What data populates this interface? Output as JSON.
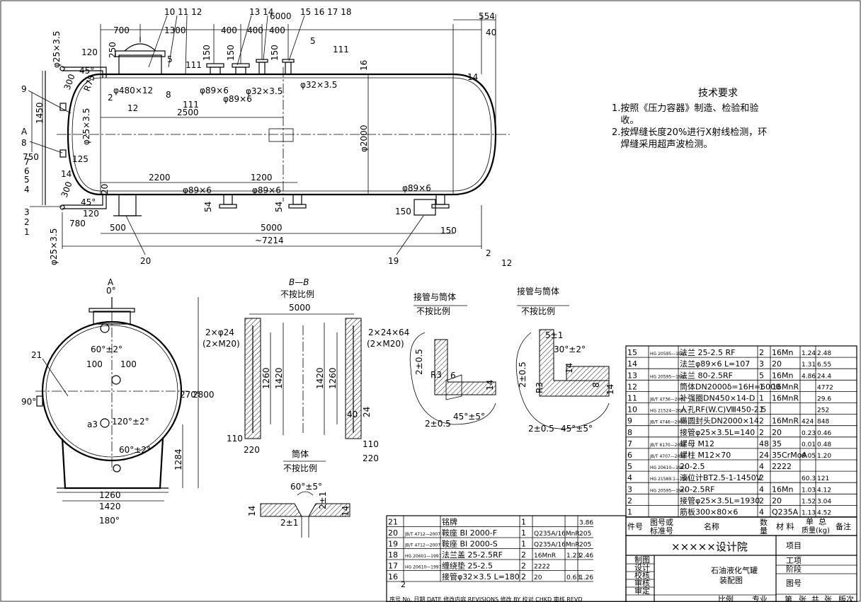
{
  "notes": {
    "title": "技术要求",
    "lines": [
      "1.按照《压力容器》制造、检验和验",
      "   收。",
      "2.按焊缝长度20%进行X射线检测，环",
      "   焊缝采用超声波检测。"
    ]
  },
  "main_view": {
    "top_dims": [
      "700",
      "1300",
      "400",
      "400",
      "400",
      "6000",
      "554",
      "40"
    ],
    "part_callouts_top": [
      "10 11 12",
      "13 14",
      "15 16 17 18"
    ],
    "nozzle_labels": [
      "φ480×12",
      "φ89×6",
      "φ89×6",
      "φ32×3.5",
      "φ32×3.5",
      "φ25×3.5",
      "φ25×3.5",
      "φ25×3.5",
      "φ89×6",
      "φ89×6",
      "φ89×6"
    ],
    "misc_dims": [
      "120",
      "250",
      "150",
      "150",
      "150",
      "16",
      "14",
      "R75",
      "300",
      "45°",
      "1450",
      "750",
      "125",
      "14",
      "300",
      "45°",
      "120",
      "780",
      "500",
      "5000",
      "~7214",
      "2500",
      "2200",
      "1200",
      "φ2000",
      "54",
      "54",
      "150",
      "150",
      "20",
      "20",
      "19"
    ],
    "weld_symbols": [
      "5",
      "111",
      "5",
      "111",
      "8",
      "111",
      "2",
      "12",
      "2",
      "12"
    ],
    "left_callouts": [
      "9",
      "A",
      "8",
      "7",
      "6",
      "5",
      "4",
      "3",
      "2",
      "1"
    ]
  },
  "side_view": {
    "labels": [
      "A",
      "0°",
      "21",
      "90°",
      "270°",
      "180°",
      "60°±2°",
      "120°±2°",
      "60°±2°",
      "a3",
      "100",
      "100",
      "1260",
      "1420",
      "2800",
      "1284"
    ]
  },
  "section_bb": {
    "title": "B—B",
    "subtitle": "不按比例",
    "labels": [
      "5000",
      "2×φ24",
      "(2×M20)",
      "2×24×64",
      "(2×M20)",
      "1260",
      "1420",
      "1420",
      "1260",
      "110",
      "220",
      "110",
      "220",
      "40",
      "24"
    ]
  },
  "detail_1": {
    "title": "接管与筒体",
    "subtitle": "不按比例",
    "labels": [
      "2±0.5",
      "R3",
      "6",
      "14",
      "45°±5°",
      "2±0.5"
    ]
  },
  "detail_2": {
    "title": "接管与筒体",
    "subtitle": "不按比例",
    "labels": [
      "5±1",
      "30°±2°",
      "14",
      "2±0.5",
      "R3",
      "8",
      "14",
      "45°±5°",
      "2±0.5"
    ]
  },
  "detail_3": {
    "title": "筒体",
    "subtitle": "不按比例",
    "labels": [
      "60°±5°",
      "14",
      "14",
      "2±1",
      "2±1"
    ]
  },
  "parts_right": [
    [
      "15",
      "HG 20595—1997",
      "法兰 25-2.5 RF",
      "2",
      "16Mn",
      "1.24",
      "2.48"
    ],
    [
      "14",
      "",
      "法兰φ89×6 L=107",
      "3",
      "20",
      "1.31",
      "6.55"
    ],
    [
      "13",
      "HG 20595—1997",
      "法兰 80-2.5RF",
      "5",
      "16Mn",
      "4.86",
      "24.4"
    ],
    [
      "12",
      "",
      "筒体DN2000δ=16H=6000",
      "1",
      "16MnR",
      "",
      "4772"
    ],
    [
      "11",
      "JB/T 4736—2002",
      "补强圈DN450×14-D",
      "1",
      "16MnR",
      "",
      "29.6"
    ],
    [
      "10",
      "HG 21524—2005",
      "人孔RF(W.C)Ⅷ450-2.5",
      "1",
      "",
      "",
      "252"
    ],
    [
      "9",
      "JB/T 4746—2002",
      "椭圆封头DN2000×14",
      "2",
      "16MnR",
      "424",
      "848"
    ],
    [
      "8",
      "",
      "接管φ25×3.5L=140",
      "2",
      "20",
      "0.23",
      "0.46"
    ],
    [
      "7",
      "JB/T 6170—2000",
      "螺母 M12",
      "48",
      "35",
      "0.01",
      "0.48"
    ],
    [
      "6",
      "JB/T 4707—2000",
      "螺柱 M12×70",
      "24",
      "35CrMoA",
      "0.05",
      "1.20"
    ],
    [
      "5",
      "HG 20610—1997",
      "20-2.5",
      "4",
      "2222",
      "",
      ""
    ],
    [
      "4",
      "HG 21589.1—1995",
      "液位计BT2.5-1-1450V",
      "2",
      "",
      "60.3",
      "121"
    ],
    [
      "3",
      "HG 20595—1997",
      "20-2.5RF",
      "4",
      "16Mn",
      "1.03",
      "4.12"
    ],
    [
      "2",
      "",
      "接管φ25×3.5L=1930",
      "2",
      "20",
      "1.52",
      "3.04"
    ],
    [
      "1",
      "",
      "筋板300×80×6",
      "4",
      "Q235A",
      "1.13",
      "4.52"
    ]
  ],
  "parts_header": [
    "件号",
    "图号或",
    "标准号",
    "名称",
    "数",
    "量",
    "材 料",
    "单",
    "总",
    "质量(kg)",
    "备注"
  ],
  "parts_left": [
    [
      "21",
      "",
      "铭牌",
      "1",
      "",
      "",
      "3.86"
    ],
    [
      "20",
      "JB/T 4712—2007",
      "鞍座 BI 2000-F",
      "1",
      "Q235A/16MnR",
      "",
      "205"
    ],
    [
      "19",
      "JB/T 4712—2007",
      "鞍座 BI 2000-S",
      "1",
      "Q235A/16MnR",
      "",
      "205"
    ],
    [
      "18",
      "HG 20601—1997",
      "法兰盖 25-2.5RF",
      "2",
      "16MnR",
      "1.23",
      "2.46"
    ],
    [
      "17",
      "HG 20610—1997",
      "缠绕垫 25-2.5",
      "2",
      "2222",
      "",
      ""
    ],
    [
      "16",
      "",
      "接管φ32×3.5 L=180",
      "2",
      "20",
      "0.63",
      "1.26"
    ]
  ],
  "revision": {
    "row_no": "2",
    "header": "序号 No. 日期 DATE      修改内容 REVISIONS          修改 BY 校对 CHKD 审核 REVD"
  },
  "title_block": {
    "company": "×××××设计院",
    "roles": [
      "制图",
      "设计",
      "校核",
      "审核",
      "审定"
    ],
    "drawing_name": [
      "石油液化气罐",
      "装配图"
    ],
    "fields": [
      "项目",
      "工项",
      "阶段",
      "图号"
    ],
    "bottom": [
      "比例",
      "专业",
      "第",
      "张",
      "共",
      "张",
      "版次"
    ]
  }
}
